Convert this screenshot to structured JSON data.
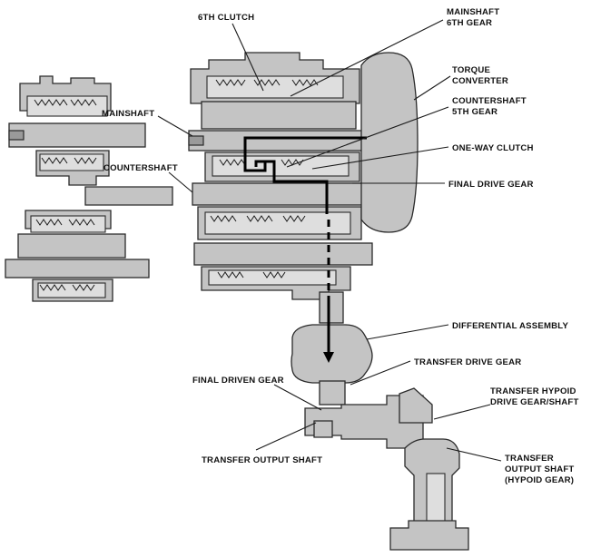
{
  "labels": {
    "sixth_clutch": "6TH CLUTCH",
    "mainshaft_6th_gear": [
      "MAINSHAFT",
      "6TH GEAR"
    ],
    "torque_converter": [
      "TORQUE",
      "CONVERTER"
    ],
    "mainshaft": "MAINSHAFT",
    "countershaft_5th_gear": [
      "COUNTERSHAFT",
      "5TH GEAR"
    ],
    "one_way_clutch": "ONE-WAY CLUTCH",
    "countershaft": "COUNTERSHAFT",
    "final_drive_gear": "FINAL DRIVE GEAR",
    "differential_assembly": "DIFFERENTIAL ASSEMBLY",
    "transfer_drive_gear": "TRANSFER DRIVE GEAR",
    "final_driven_gear": "FINAL DRIVEN GEAR",
    "transfer_hypoid_drive_gear_shaft": [
      "TRANSFER HYPOID",
      "DRIVE GEAR/SHAFT"
    ],
    "transfer_output_shaft": "TRANSFER OUTPUT SHAFT",
    "transfer_output_shaft_hypoid_gear": [
      "TRANSFER",
      "OUTPUT SHAFT",
      "(HYPOID GEAR)"
    ]
  },
  "colors": {
    "part_fill": "#c4c4c4",
    "power_flow": "#000000"
  }
}
